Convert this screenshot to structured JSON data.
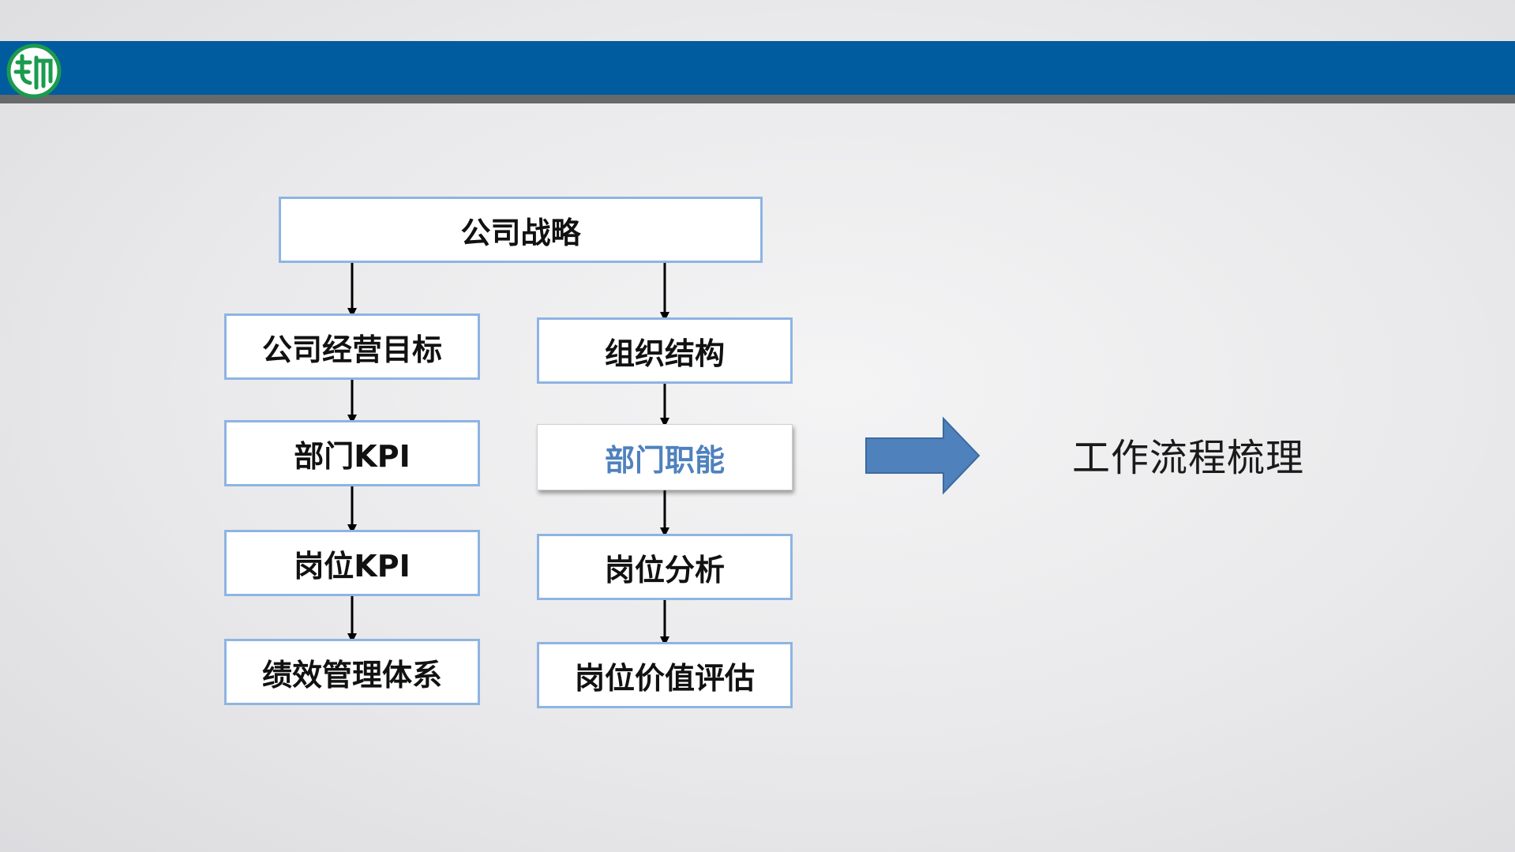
{
  "colors": {
    "header_blue": "#005b9f",
    "header_gray": "#68696b",
    "box_border": "#8eb4e3",
    "highlight_text": "#4f81bd",
    "arrow_fill": "#4f81bd",
    "logo_green": "#1a9b4e"
  },
  "diagram": {
    "top": "公司战略",
    "left_column": [
      "公司经营目标",
      "部门KPI",
      "岗位KPI",
      "绩效管理体系"
    ],
    "right_column": [
      "组织结构",
      "部门职能",
      "岗位分析",
      "岗位价值评估"
    ],
    "highlighted": "部门职能"
  },
  "right_label": "工作流程梳理",
  "icons": {
    "logo": "company-logo",
    "arrow": "right-block-arrow"
  }
}
